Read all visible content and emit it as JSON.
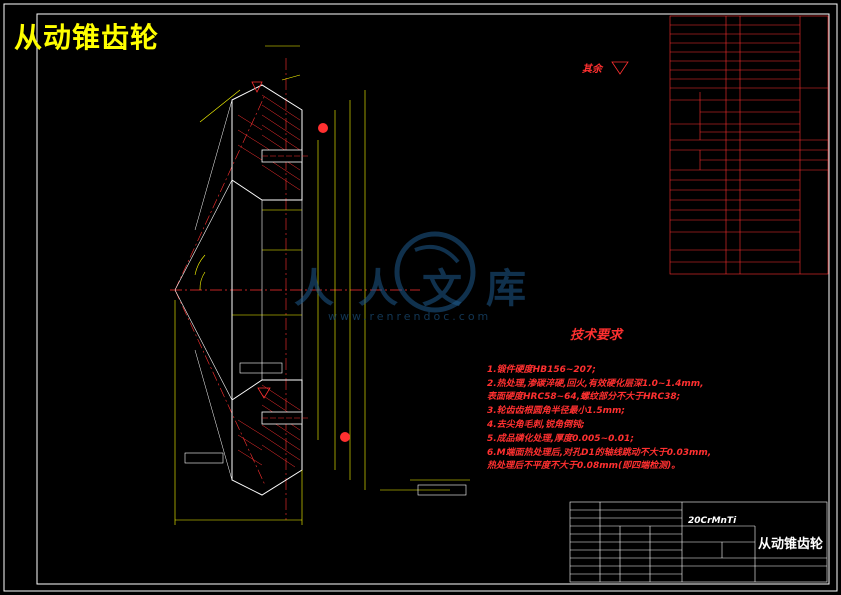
{
  "drawing": {
    "title": "从动锥齿轮",
    "material": "20CrMnTi",
    "part_name": "从动锥齿轮"
  },
  "annotations": {
    "other_roughness": "其余",
    "tech_title": "技术要求",
    "requirements": [
      "1.锻件硬度HB156~207;",
      "2.热处理,渗碳淬硬,回火,有效硬化层深1.0~1.4mm,",
      "  表面硬度HRC58~64,螺纹部分不大于HRC38;",
      "3.轮齿齿根圆角半径最小1.5mm;",
      "4.去尖角毛刺,锐角倒钝;",
      "5.成品磷化处理,厚度0.005~0.01;",
      "6.M端面热处理后,对孔D1的轴线跳动不大于0.03mm,",
      "  热处理后不平度不大于0.08mm(即四端检测)。"
    ]
  },
  "watermark": {
    "text": "人人文库",
    "url": "www.renrendoc.com"
  },
  "colors": {
    "background": "#000000",
    "frame": "#ffffff",
    "drawing_lines": "#ffffff",
    "dimension_lines": "#ffff00",
    "center_lines": "#ff3030",
    "annotation_text": "#ff3030",
    "hatch": "#ff3030",
    "table_text": "#ff3030",
    "title_text": "#ffff00"
  }
}
